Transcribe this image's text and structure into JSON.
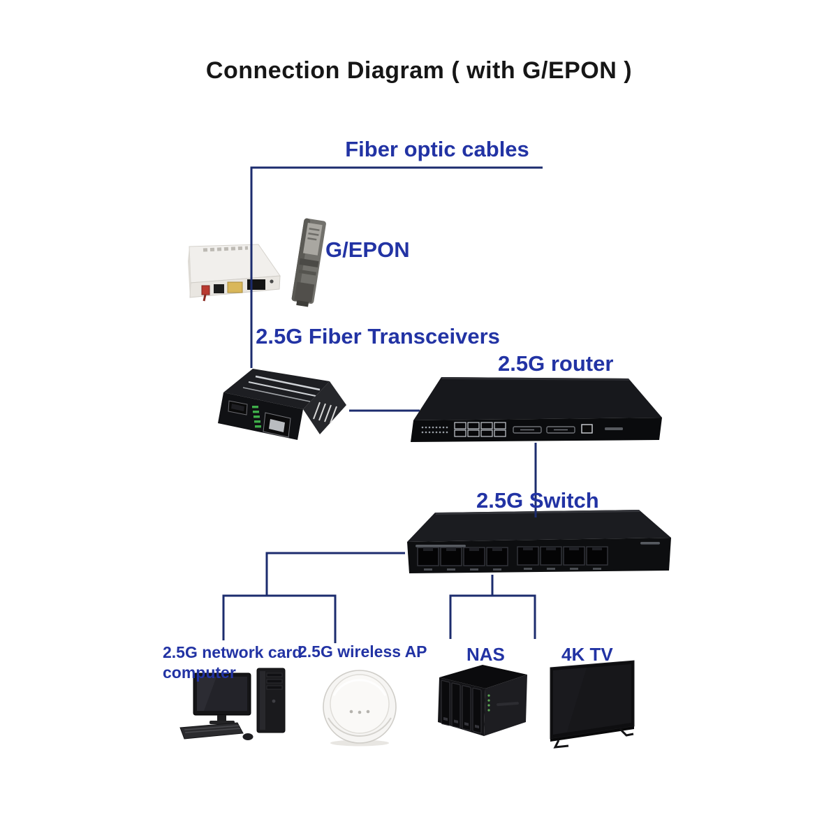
{
  "title": "Connection Diagram ( with G/EPON )",
  "labels": {
    "fiber_cables": "Fiber optic cables",
    "gepon": "G/EPON",
    "transceivers": "2.5G Fiber Transceivers",
    "router": "2.5G router",
    "switch": "2.5G Switch",
    "computer_line1": "2.5G network card",
    "computer_line2": "computer",
    "wireless_ap": "2.5G wireless AP",
    "nas": "NAS",
    "tv": "4K TV"
  },
  "devices": [
    {
      "name": "onu-modem",
      "label": "G/EPON"
    },
    {
      "name": "gepon-sfp-module",
      "label": "G/EPON"
    },
    {
      "name": "fiber-media-converter",
      "label": "2.5G Fiber Transceivers"
    },
    {
      "name": "router",
      "label": "2.5G router"
    },
    {
      "name": "ethernet-switch",
      "label": "2.5G Switch"
    },
    {
      "name": "desktop-computer",
      "label": "2.5G network card computer"
    },
    {
      "name": "wireless-access-point",
      "label": "2.5G wireless AP"
    },
    {
      "name": "nas",
      "label": "NAS"
    },
    {
      "name": "tv",
      "label": "4K TV"
    }
  ],
  "connections": [
    {
      "from": "fiber-optic-cables",
      "to": "onu-modem"
    },
    {
      "from": "onu-modem",
      "to": "fiber-media-converter"
    },
    {
      "from": "fiber-media-converter",
      "to": "router"
    },
    {
      "from": "router",
      "to": "ethernet-switch"
    },
    {
      "from": "ethernet-switch",
      "to": "desktop-computer"
    },
    {
      "from": "ethernet-switch",
      "to": "wireless-access-point"
    },
    {
      "from": "ethernet-switch",
      "to": "nas"
    },
    {
      "from": "ethernet-switch",
      "to": "tv"
    }
  ],
  "colors": {
    "label_blue": "#2233a4",
    "line_navy": "#1c2c6e",
    "title_black": "#161616",
    "background": "#ffffff"
  }
}
